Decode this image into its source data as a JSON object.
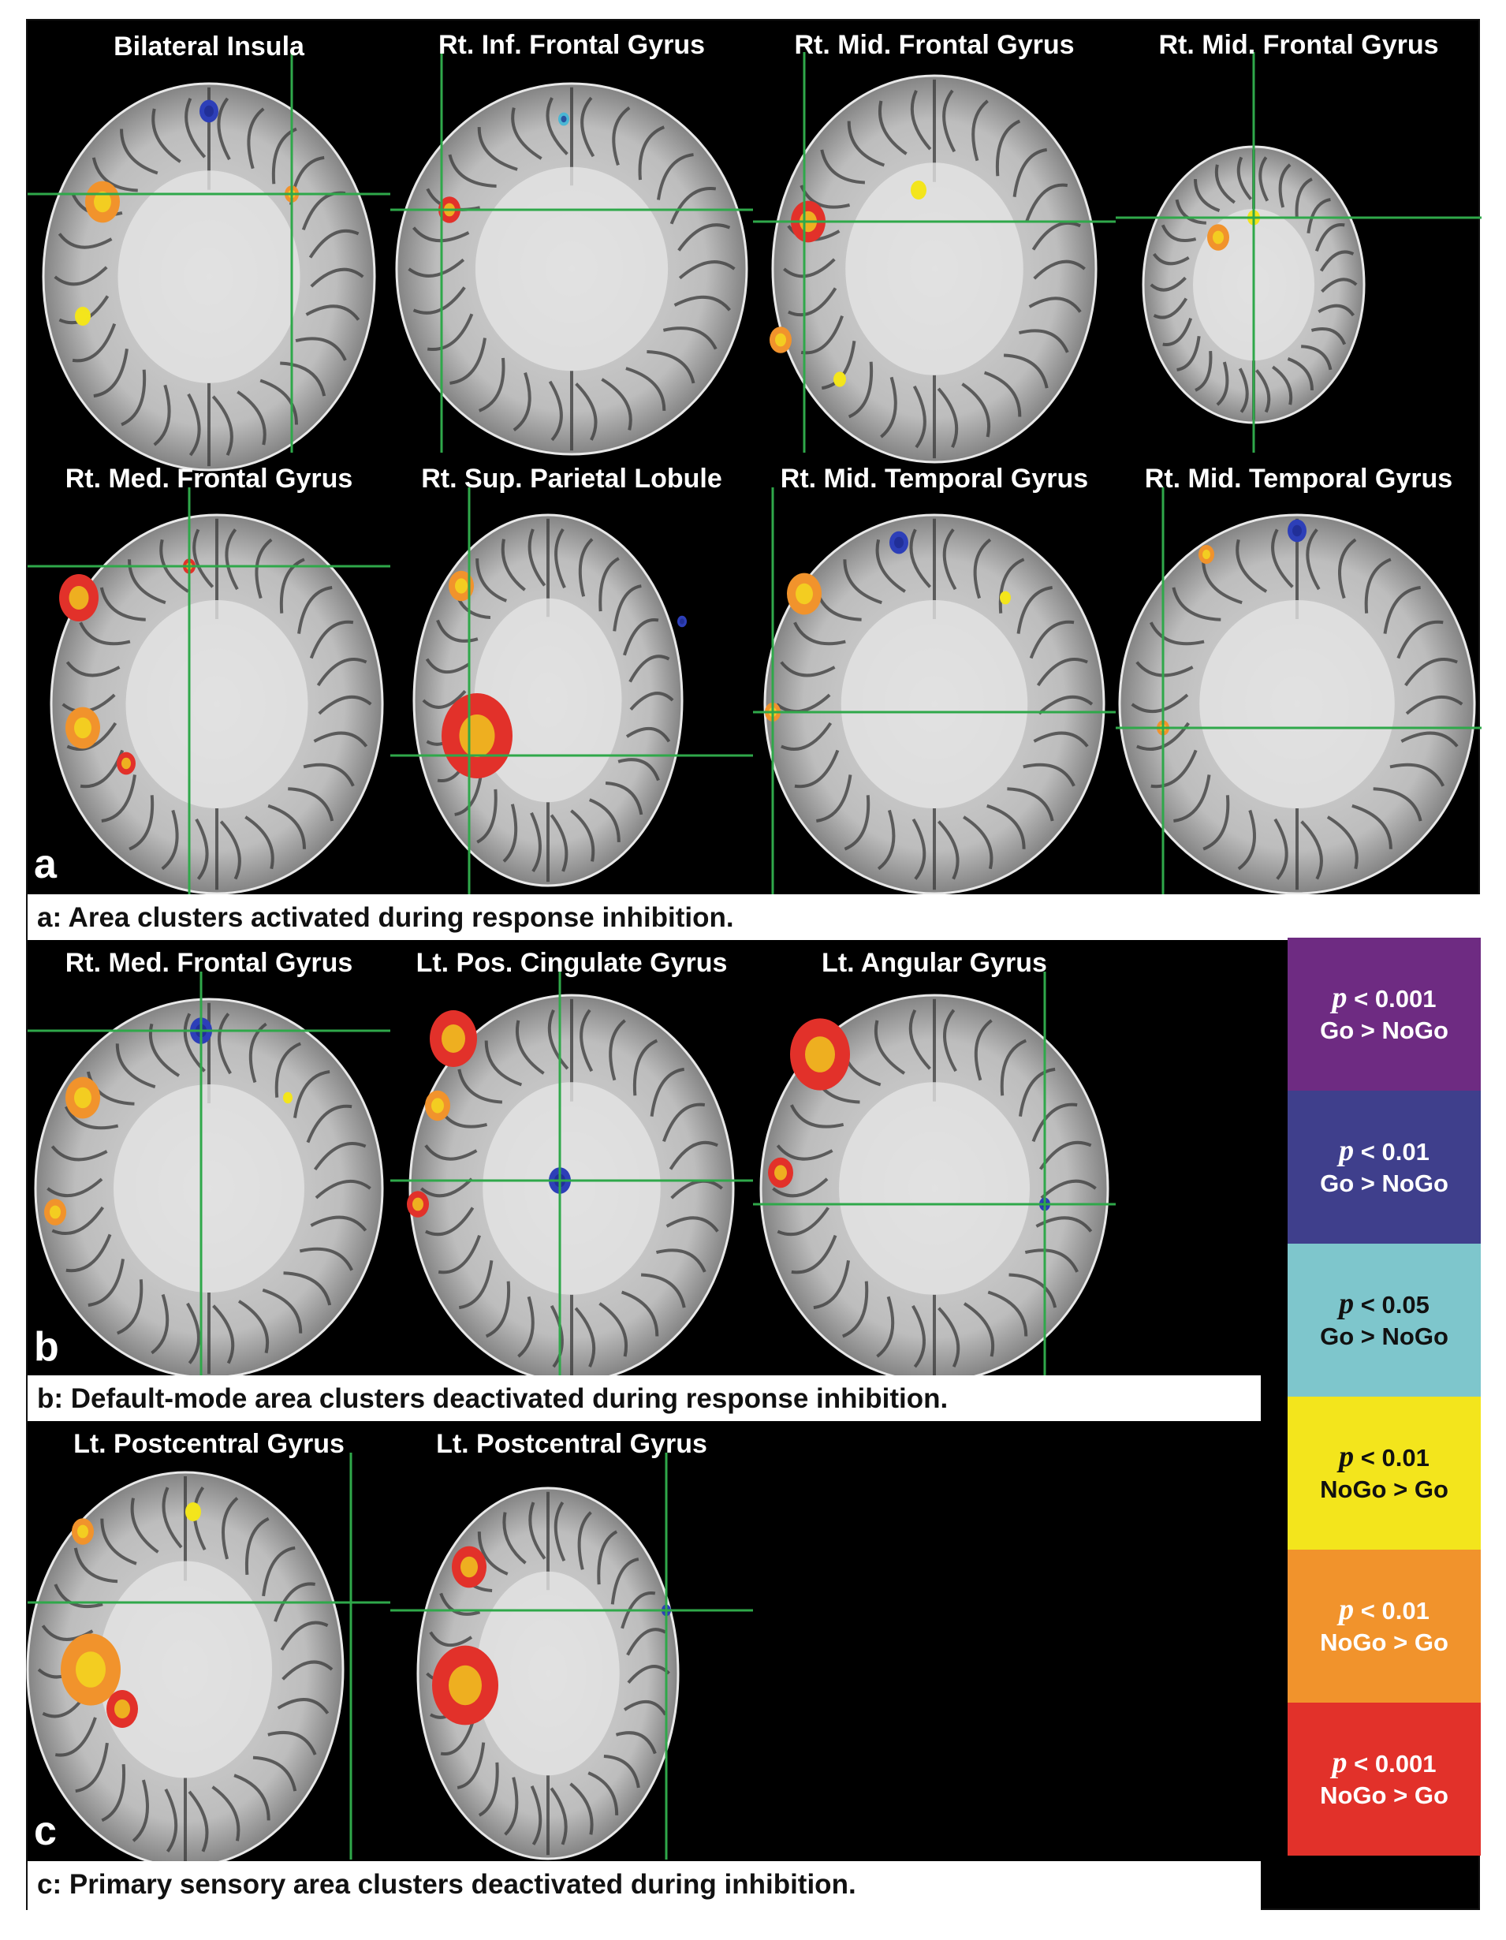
{
  "section_a": {
    "letter": "a",
    "caption": "a: Area clusters activated during response inhibition.",
    "panels": [
      {
        "title": "Bilateral Insula"
      },
      {
        "title": "Rt. Inf. Frontal Gyrus"
      },
      {
        "title": "Rt. Mid. Frontal Gyrus"
      },
      {
        "title": "Rt. Mid. Frontal Gyrus"
      },
      {
        "title": "Rt. Med. Frontal Gyrus"
      },
      {
        "title": "Rt. Sup. Parietal Lobule"
      },
      {
        "title": "Rt. Mid. Temporal Gyrus"
      },
      {
        "title": "Rt. Mid. Temporal Gyrus"
      }
    ]
  },
  "section_b": {
    "letter": "b",
    "caption": "b: Default-mode area clusters deactivated during response inhibition.",
    "panels": [
      {
        "title": "Rt. Med. Frontal Gyrus"
      },
      {
        "title": "Lt. Pos. Cingulate Gyrus"
      },
      {
        "title": "Lt. Angular Gyrus"
      }
    ]
  },
  "section_c": {
    "letter": "c",
    "caption": "c: Primary sensory area clusters deactivated during inhibition.",
    "panels": [
      {
        "title": "Lt. Postcentral Gyrus"
      },
      {
        "title": "Lt. Postcentral Gyrus"
      }
    ]
  },
  "legend": [
    {
      "p": "p",
      "threshold": "< 0.001",
      "contrast": "Go > NoGo",
      "color": "#6e2b82",
      "text_color": "#ffffff"
    },
    {
      "p": "p",
      "threshold": "< 0.01",
      "contrast": "Go > NoGo",
      "color": "#3f3f8c",
      "text_color": "#ffffff"
    },
    {
      "p": "p",
      "threshold": "< 0.05",
      "contrast": "Go > NoGo",
      "color": "#7ec6cc",
      "text_color": "#111111"
    },
    {
      "p": "p",
      "threshold": "< 0.01",
      "contrast": "NoGo > Go",
      "color": "#f3e51c",
      "text_color": "#111111"
    },
    {
      "p": "p",
      "threshold": "< 0.01",
      "contrast": "NoGo > Go",
      "color": "#f1932c",
      "text_color": "#ffffff"
    },
    {
      "p": "p",
      "threshold": "< 0.001",
      "contrast": "NoGo > Go",
      "color": "#e2312a",
      "text_color": "#ffffff"
    }
  ],
  "colors": {
    "crosshair": "#2fa84a",
    "background": "#000000",
    "activation_red": "#e2312a",
    "activation_orange": "#f1932c",
    "activation_yellow": "#f3e51c",
    "deactivation_blue": "#2d3fb8",
    "deactivation_cyan": "#4bb7d4"
  }
}
